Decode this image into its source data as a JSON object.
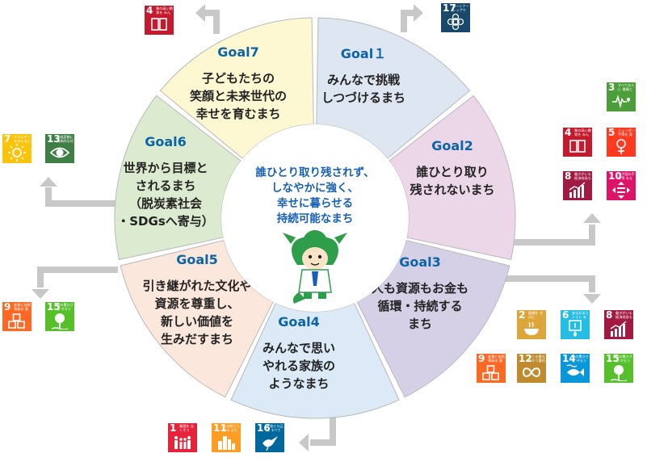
{
  "center": {
    "lines": [
      "誰ひとり取り残されず、",
      "しなやかに強く、",
      "幸せに暮らせる",
      "持続可能なまち"
    ]
  },
  "goals": [
    {
      "id": "goal1",
      "title": "Goal１",
      "lines": [
        "みんなで挑戦",
        "しつづけるまち"
      ],
      "color": "#dde6f1"
    },
    {
      "id": "goal2",
      "title": "Goal2",
      "lines": [
        "誰ひとり取り",
        "残されないまち"
      ],
      "color": "#ecd7e8"
    },
    {
      "id": "goal3",
      "title": "Goal3",
      "lines": [
        "人も資源もお金も",
        "循環・持続する",
        "まち"
      ],
      "color": "#d6d0e6"
    },
    {
      "id": "goal4",
      "title": "Goal4",
      "lines": [
        "みんなで思い",
        "やれる家族の",
        "ようなまち"
      ],
      "color": "#dbeaf6"
    },
    {
      "id": "goal5",
      "title": "Goal5",
      "lines": [
        "引き継がれた文化や",
        "資源を尊重し、",
        "新しい価値を",
        "生みだすまち"
      ],
      "color": "#fbe7db"
    },
    {
      "id": "goal6",
      "title": "Goal6",
      "lines": [
        "世界から目標と",
        "されるまち",
        "（脱炭素社会",
        "・SDGsへ寄与）"
      ],
      "color": "#dcebcf"
    },
    {
      "id": "goal7",
      "title": "Goal7",
      "lines": [
        "子どもたちの",
        "笑顔と未来世代の",
        "幸せを育むまち"
      ],
      "color": "#fdf8d2"
    }
  ],
  "sdg_icons": [
    {
      "id": "g7-4",
      "num": "4",
      "label": "質の高い教育を みんなに",
      "color": "#c5192d",
      "icon": "book-icon"
    },
    {
      "id": "g1-17",
      "num": "17",
      "label": "パートナーシップで 目標を達成しよう",
      "color": "#19486a",
      "icon": "partnership-flower-icon"
    },
    {
      "id": "g2-3",
      "num": "3",
      "label": "すべての人に 健康と福祉を",
      "color": "#4c9f38",
      "icon": "heartbeat-icon"
    },
    {
      "id": "g2-4",
      "num": "4",
      "label": "質の高い教育を みんなに",
      "color": "#c5192d",
      "icon": "book-icon"
    },
    {
      "id": "g2-5",
      "num": "5",
      "label": "ジェンダー平等を 実現しよう",
      "color": "#ff3a21",
      "icon": "gender-equality-icon"
    },
    {
      "id": "g2-8",
      "num": "8",
      "label": "働きがいも 経済成長も",
      "color": "#a21942",
      "icon": "growth-chart-icon"
    },
    {
      "id": "g2-10",
      "num": "10",
      "label": "人や国の不平等 をなくそう",
      "color": "#dd1367",
      "icon": "equality-icon"
    },
    {
      "id": "g6-7",
      "num": "7",
      "label": "エネルギーをみんなに そしてクリーンに",
      "color": "#fcc30b",
      "icon": "sun-energy-icon"
    },
    {
      "id": "g6-13",
      "num": "13",
      "label": "気候変動に 具体的な対策を",
      "color": "#3f7e44",
      "icon": "climate-eye-icon"
    },
    {
      "id": "g3-2",
      "num": "2",
      "label": "飢餓を ゼロに",
      "color": "#dda63a",
      "icon": "food-bowl-icon"
    },
    {
      "id": "g3-6",
      "num": "6",
      "label": "安全な水とトイレ を世界中に",
      "color": "#26bde2",
      "icon": "water-drop-icon"
    },
    {
      "id": "g3-8",
      "num": "8",
      "label": "働きがいも 経済成長も",
      "color": "#a21942",
      "icon": "growth-chart-icon"
    },
    {
      "id": "g3-9",
      "num": "9",
      "label": "産業と技術革新の 基盤をつくろう",
      "color": "#fd6925",
      "icon": "cubes-icon"
    },
    {
      "id": "g3-12",
      "num": "12",
      "label": "つくる責任 つかう責任",
      "color": "#bf8b2e",
      "icon": "infinity-icon"
    },
    {
      "id": "g3-14",
      "num": "14",
      "label": "海の豊かさを 守ろう",
      "color": "#0a97d9",
      "icon": "fish-icon"
    },
    {
      "id": "g3-15",
      "num": "15",
      "label": "陸の豊かさも 守ろう",
      "color": "#56c02b",
      "icon": "tree-icon"
    },
    {
      "id": "g5-9",
      "num": "9",
      "label": "産業と技術革新の 基盤をつくろう",
      "color": "#fd6925",
      "icon": "cubes-icon"
    },
    {
      "id": "g5-15",
      "num": "15",
      "label": "陸の豊かさも 守ろう",
      "color": "#56c02b",
      "icon": "tree-icon"
    },
    {
      "id": "g4-1",
      "num": "1",
      "label": "貧困を なくそう",
      "color": "#e5243b",
      "icon": "family-icon"
    },
    {
      "id": "g4-11",
      "num": "11",
      "label": "住み続けられる まちづくりを",
      "color": "#fd9d24",
      "icon": "city-buildings-icon"
    },
    {
      "id": "g4-16",
      "num": "16",
      "label": "平和と公正を すべての人に",
      "color": "#00689d",
      "icon": "dove-icon"
    }
  ],
  "colors": {
    "arrow": "#c8c8c8",
    "goal_title": "#0b63a8",
    "center_text": "#1760b8",
    "mascot": "#2e9e4a"
  }
}
